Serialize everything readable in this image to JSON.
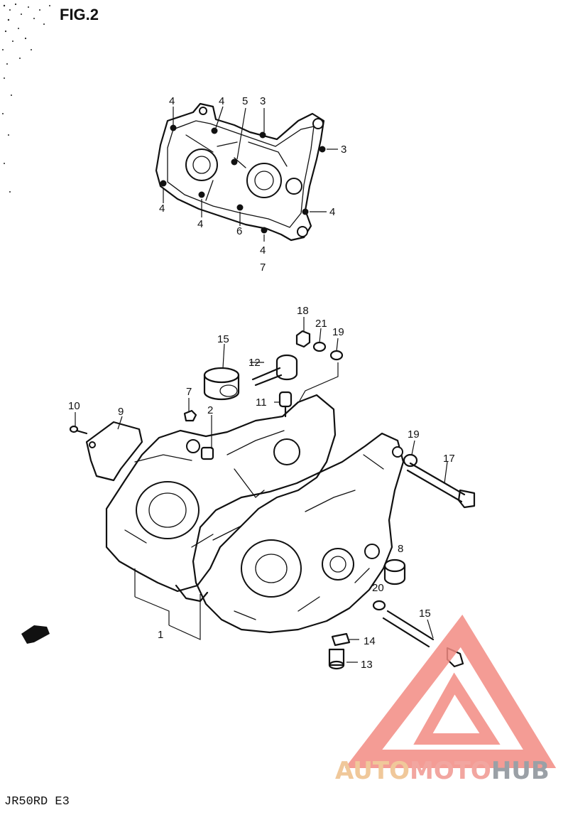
{
  "figure": {
    "title": "FIG.2",
    "model_code": "JR50RD E3"
  },
  "watermark": {
    "part1": "AUTO",
    "part2": "MOTO",
    "part3": "HUB",
    "colors": {
      "triangle": "#f28b82",
      "auto": "#f0c89a",
      "moto": "#f2a6a0",
      "hub": "#9aa0a6"
    }
  },
  "callouts": {
    "c_4a": "4",
    "c_4b": "4",
    "c_5": "5",
    "c_3a": "3",
    "c_3b": "3",
    "c_4c": "4",
    "c_4d": "4",
    "c_6": "6",
    "c_4e": "4",
    "c_4f": "4",
    "c_7a": "7",
    "c_18": "18",
    "c_21": "21",
    "c_19a": "19",
    "c_15a": "15",
    "c_12": "12",
    "c_7b": "7",
    "c_11": "11",
    "c_2": "2",
    "c_10": "10",
    "c_9": "9",
    "c_19b": "19",
    "c_17": "17",
    "c_8": "8",
    "c_20": "20",
    "c_15b": "15",
    "c_14": "14",
    "c_13": "13",
    "c_1": "1"
  }
}
